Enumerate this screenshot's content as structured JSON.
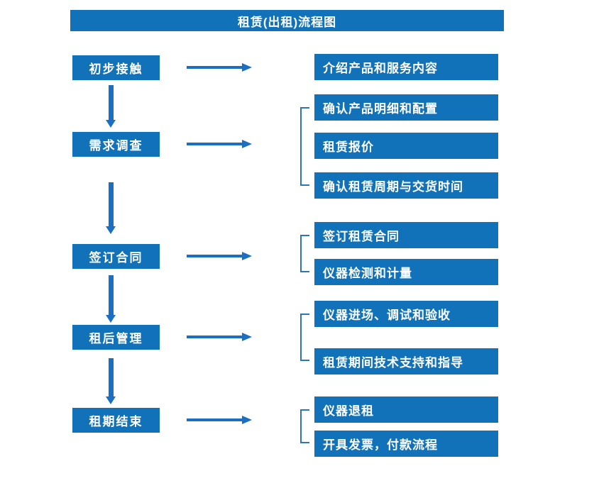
{
  "title": "租赁(出租)流程图",
  "colors": {
    "box-blue": "#1172b9",
    "arrow-blue": "#1b6fc3",
    "bracket-blue": "#2e75b6",
    "text-white": "#ffffff"
  },
  "steps": [
    {
      "label": "初步接触",
      "outputs": [
        "介绍产品和服务内容"
      ]
    },
    {
      "label": "需求调查",
      "outputs": [
        "确认产品明细和配置",
        "租赁报价",
        "确认租赁周期与交货时间"
      ]
    },
    {
      "label": "签订合同",
      "outputs": [
        "签订租赁合同",
        "仪器检测和计量"
      ]
    },
    {
      "label": "租后管理",
      "outputs": [
        "仪器进场、调试和验收",
        "租赁期间技术支持和指导"
      ]
    },
    {
      "label": "租期结束",
      "outputs": [
        "仪器退租",
        "开具发票，付款流程"
      ]
    }
  ]
}
